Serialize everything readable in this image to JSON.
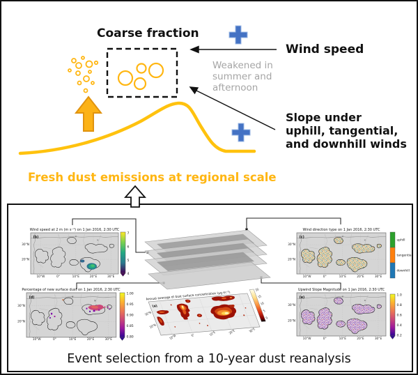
{
  "top": {
    "coarse_fraction_label": "Coarse fraction",
    "wind_speed_label": "Wind speed",
    "weakened_note": "Weakened in\nsummer and\nafternoon",
    "slope_label": "Slope under\nuphill, tangential,\nand downhill winds",
    "fresh_label": "Fresh dust emissions at regional scale",
    "colors": {
      "accent_yellow": "#FFB612",
      "plus_blue": "#4472C4",
      "note_gray": "#A5A5A5"
    }
  },
  "bottom": {
    "caption": "Event selection from a 10-year dust reanalysis",
    "axes": {
      "yticks": [
        "30°N",
        "20°N"
      ],
      "xticks": [
        "10°W",
        "0°",
        "10°E",
        "20°E",
        "30°E"
      ]
    },
    "maps": {
      "a": {
        "panel": "(a)",
        "title": "Annual average of dust surface concentration (µg m⁻³)",
        "cticks": [
          "20",
          "15",
          "10",
          "5",
          "0"
        ]
      },
      "b": {
        "panel": "(b)",
        "title": "Wind speed at 2 m (m s⁻¹) on 1 Jan 2016, 2:30 UTC",
        "cticks": [
          "7",
          "6",
          "5",
          "4"
        ]
      },
      "c": {
        "panel": "(c)",
        "title": "Wind direction type on 1 Jan 2016, 2:30 UTC",
        "legend": [
          "uphill",
          "tangential",
          "downhill"
        ]
      },
      "d": {
        "panel": "(d)",
        "title": "Percentage of new surface dust on 1 Jan 2016, 2:30 UTC",
        "cticks": [
          "1.00",
          "0.95",
          "0.90",
          "0.85",
          "0.80"
        ]
      },
      "e": {
        "panel": "(e)",
        "title": "Upwind Slope Magnitude on 1 Jan 2016, 2:30 UTC",
        "cticks": [
          "1.0",
          "0.8",
          "0.6",
          "0.4",
          "0.2"
        ]
      }
    }
  }
}
